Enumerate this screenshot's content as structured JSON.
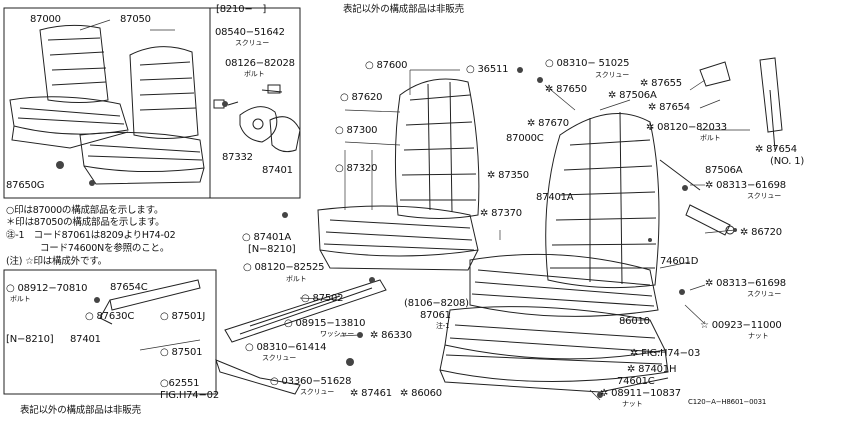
{
  "header": {
    "note_top": "表記以外の構成部品は非販売",
    "note_bottom": "表記以外の構成部品は非販売",
    "bracket_range": "[8210−　]",
    "footer_code": "C120−A−H8601−0031"
  },
  "legend": {
    "line1": "○印は87000の構成部品を示します。",
    "line2": "＊印は87050の構成部品を示します。",
    "line3": "㊟-1　コード87061は8209よりH74-02",
    "line4": "コード74600Nを参照のこと。",
    "line5": "(注) ☆印は構成外です。"
  },
  "callouts": {
    "c87000": "87000",
    "c87050": "87050",
    "c87650g": "87650G",
    "c08540": "08540−51642",
    "c08540_sub": "スクリュー",
    "c08126": "08126−82028",
    "c08126_sub": "ボルト",
    "c87332": "87332",
    "c87401": "87401",
    "c87600": "○ 87600",
    "c87620": "○ 87620",
    "c87300": "○ 87300",
    "c87320": "○ 87320",
    "c87401a": "○ 87401A",
    "c87401a_sub": "[N−8210]",
    "c08120a": "○ 08120−82525",
    "c08120a_sub": "ボルト",
    "c87502": "○ 87502",
    "c08915": "○ 08915−13810",
    "c08915_sub": "ワッシャー",
    "c86330": "✲ 86330",
    "c08310": "○ 08310−61414",
    "c08310_sub": "スクリュー",
    "c03360": "○ 03360−51628",
    "c03360_sub": "スクリュー",
    "c87461": "✲ 87461",
    "c86060": "✲ 86060",
    "c87061": "87061",
    "c87061_note": "注-1",
    "c8106": "(8106−8208)",
    "c36511": "○ 36511",
    "c08310b": "○ 08310− 51025",
    "c08310b_sub": "スクリュー",
    "c87650": "✲ 87650",
    "c87670": "✲ 87670",
    "c87000c": "87000C",
    "c87350": "✲ 87350",
    "c87370": "✲ 87370",
    "c87401a2": "87401A",
    "c87655": "✲ 87655",
    "c87506a": "✲ 87506A",
    "c87654": "✲ 87654",
    "c08120b": "✲ 08120−82033",
    "c08120b_sub": "ボルト",
    "c87654no1": "✲ 87654",
    "c87654no1_sub": "(NO. 1)",
    "c87506a2": "87506A",
    "c08313a": "✲ 08313−61698",
    "c08313a_sub": "スクリュー",
    "c86720": "✲ 86720",
    "c74601d": "74601D",
    "c08313b": "✲ 08313−61698",
    "c08313b_sub": "スクリュー",
    "c86010": "86010",
    "c00923": "☆ 00923−11000",
    "c00923_sub": "ナット",
    "cfig1": "✲ FIG.H74−03",
    "c74601c": "74601C",
    "c87401h": "✲ 87401H",
    "c08911": "✲ 08911−10837",
    "c08911_sub": "ナット",
    "c08912": "○ 08912−70810",
    "c08912_sub": "ボルト",
    "c87654c": "87654C",
    "c87630c": "○ 87630C",
    "c87501j": "○ 87501J",
    "cn8210": "[N−8210]",
    "c87401b": "87401",
    "c87501": "○ 87501",
    "c62551": "○62551",
    "cfig2": "FIG.H74−02"
  }
}
